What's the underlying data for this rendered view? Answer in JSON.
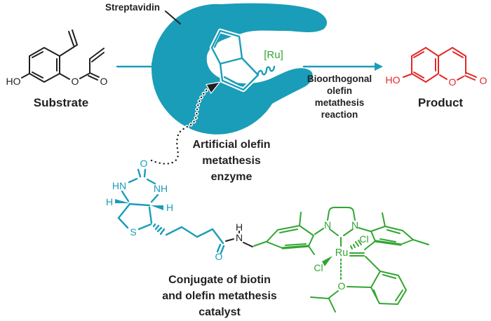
{
  "colors": {
    "teal": "#1a9db8",
    "green": "#31a532",
    "red": "#e32726",
    "black": "#231f20"
  },
  "captions": {
    "substrate": "Substrate",
    "product": "Product",
    "streptavidin": "Streptavidin",
    "ru_in_enzyme": "[Ru]",
    "enzyme_lines": [
      "Artificial olefin",
      "metathesis",
      "enzyme"
    ],
    "reaction_lines": [
      "Bioorthogonal",
      "olefin",
      "metathesis",
      "reaction"
    ],
    "conjugate_lines": [
      "Conjugate of biotin",
      "and olefin metathesis",
      "catalyst"
    ]
  },
  "atoms": {
    "substrate": {
      "ho": "HO",
      "o_ester": "O",
      "o_carbonyl": "O"
    },
    "product": {
      "ho": "HO",
      "o_ring": "O",
      "o_carbonyl": "O"
    },
    "biotin": {
      "o_urea": "O",
      "hn_left": "HN",
      "nh_right": "NH",
      "h_left": "H",
      "h_right": "H",
      "s": "S",
      "o_amide": "O"
    },
    "amide_linker": {
      "h": "H",
      "n": "N"
    },
    "catalyst": {
      "n_left": "N",
      "n_right": "N",
      "ru": "Ru",
      "cl_upper": "Cl",
      "cl_lower": "Cl",
      "o_ether": "O"
    }
  }
}
